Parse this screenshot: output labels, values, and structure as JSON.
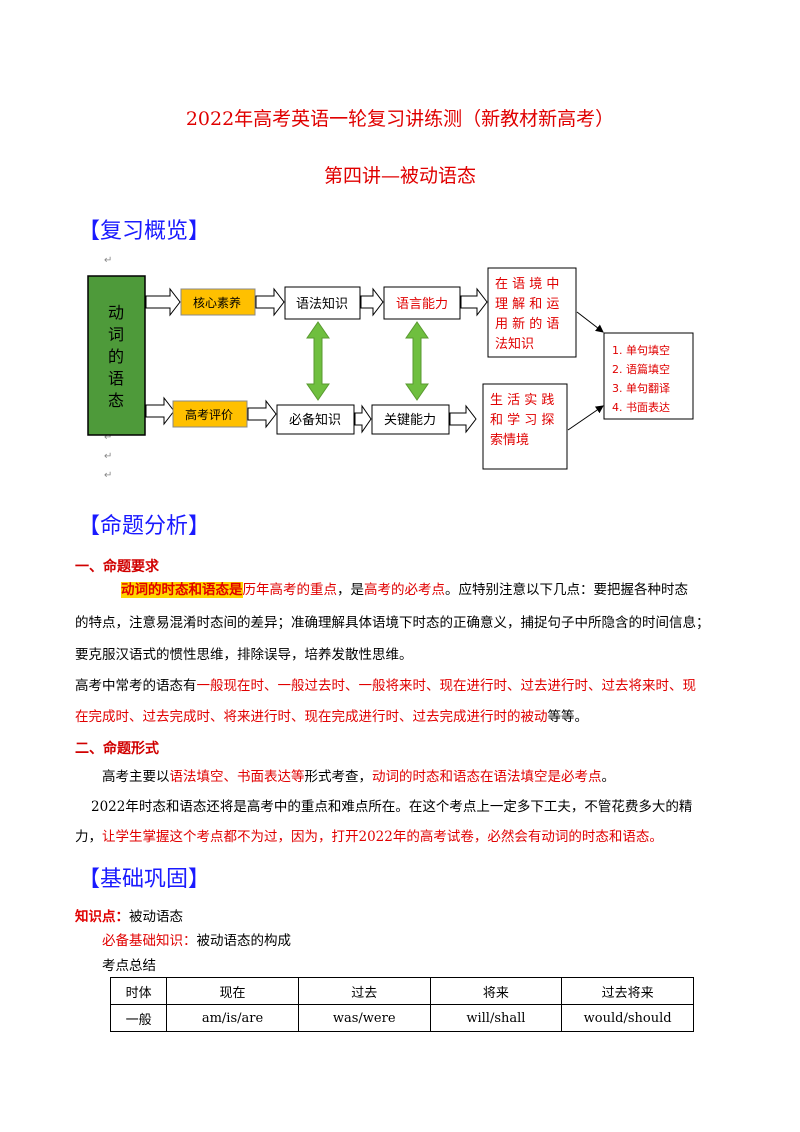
{
  "header": {
    "title": "2022年高考英语一轮复习讲练测（新教材新高考）",
    "subtitle": "第四讲—被动语态"
  },
  "overview": {
    "heading": "【复习概览】",
    "diagram": {
      "left_box": [
        "动",
        "词",
        "的",
        "语",
        "态"
      ],
      "core_literacy": "核心素养",
      "exam_eval": "高考评价",
      "grammar_knowledge": "语法知识",
      "language_ability": "语言能力",
      "essential_knowledge": "必备知识",
      "key_ability": "关键能力",
      "context_box": [
        "在 语 境 中",
        "理 解 和 运",
        "用 新 的 语",
        "法知识"
      ],
      "life_box": [
        "生 活 实 践",
        "和 学 习 探",
        "索情境"
      ],
      "tasks": [
        "1. 单句填空",
        "2. 语篇填空",
        "3. 单句翻译",
        "4. 书面表达"
      ],
      "return_mark": "↵"
    }
  },
  "analysis": {
    "heading": "【命题分析】",
    "req_heading": "一、命题要求",
    "req_p1_hl": "动词的时态和语态是",
    "req_p1_red1": "历年高考的重点",
    "req_p1_t1": "，是",
    "req_p1_red2": "高考的必考点",
    "req_p1_t2": "。应特别注意以下几点：要把握各种时态",
    "req_p2": "的特点，注意易混淆时态间的差异；准确理解具体语境下时态的正确意义，捕捉句子中所隐含的时间信息；",
    "req_p3": "要克服汉语式的惯性思维，排除误导，培养发散性思维。",
    "req_p4_t1": "高考中常考的语态有",
    "req_p4_red1": "一般现在时、一般过去时、一般将来时、现在进行时、过去进行时、过去将来时、现",
    "req_p5_red": "在完成时、过去完成时、将来进行时、现在完成进行时、过去完成进行时的被动",
    "req_p5_t": "等等。",
    "form_heading": "二、命题形式",
    "form_p1_t1": "高考主要以",
    "form_p1_red1": "语法填空、书面表达等",
    "form_p1_t2": "形式考查，",
    "form_p1_red2": "动词的时态和语态在语法填空是必考点",
    "form_p1_t3": "。",
    "form_p2": "2022年时态和语态还将是高考中的重点和难点所在。在这个考点上一定多下工夫，不管花费多大的精",
    "form_p3_t1": "力，",
    "form_p3_red": "让学生掌握这个考点都不为过，因为，打开2022年的高考试卷，必然会有动词的时态和语态。"
  },
  "basics": {
    "heading": "【基础巩固】",
    "kp_label": "知识点：",
    "kp_value": "被动语态",
    "ess_label": "必备基础知识：",
    "ess_value": "被动语态的构成",
    "summary": "考点总结",
    "table": {
      "header": [
        "时体",
        "现在",
        "过去",
        "将来",
        "过去将来"
      ],
      "rows": [
        [
          "一般",
          "am/is/are",
          "was/were",
          "will/shall",
          "would/should"
        ]
      ]
    }
  },
  "colors": {
    "red": "#e00000",
    "blue": "#1a1aff",
    "green_box": "#4e9a3a",
    "yellow_box": "#ffc000",
    "arrow_green": "#6fbf3f"
  }
}
